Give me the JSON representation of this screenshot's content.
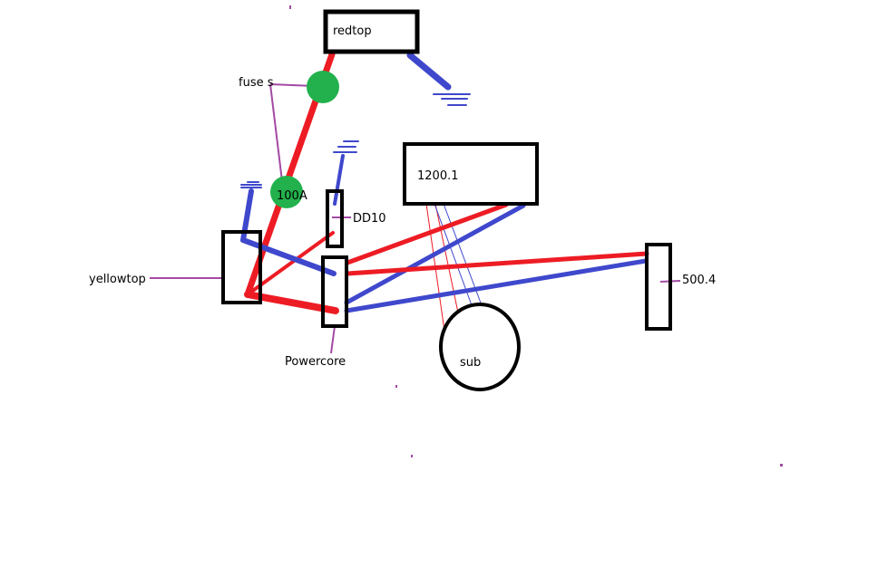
{
  "colors": {
    "positive": "#ed1c24",
    "ground": "#3f48cc",
    "fuse": "#22b14c",
    "label_line": "#a349a4",
    "outline": "#000000"
  },
  "labels": {
    "redtop": "redtop",
    "fuses": "fuse s",
    "fuse_100a": "100A",
    "yellowtop": "yellowtop",
    "dd10": "DD10",
    "powercore": "Powercore",
    "amp_1200": "1200.1",
    "amp_500": "500.4",
    "sub": "sub"
  }
}
